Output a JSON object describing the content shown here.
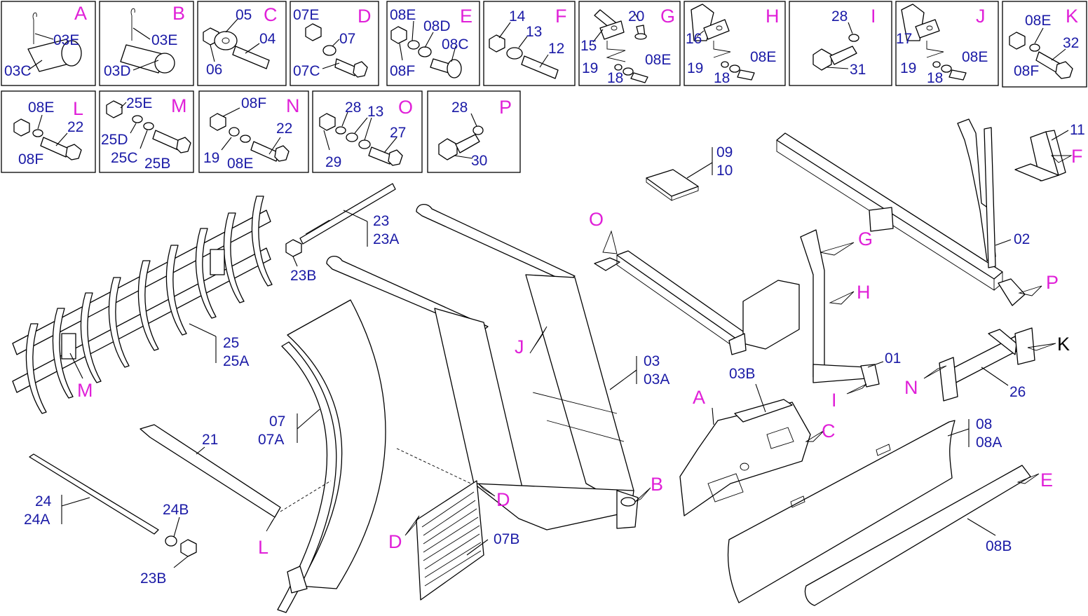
{
  "boxes": {
    "A": {
      "letter": "A",
      "labels": [
        "03E",
        "03C"
      ]
    },
    "B": {
      "letter": "B",
      "labels": [
        "03E",
        "03D"
      ]
    },
    "C": {
      "letter": "C",
      "labels": [
        "05",
        "04",
        "06"
      ]
    },
    "D": {
      "letter": "D",
      "labels": [
        "07E",
        "07",
        "07C"
      ]
    },
    "E": {
      "letter": "E",
      "labels": [
        "08E",
        "08D",
        "08C",
        "08F"
      ]
    },
    "F": {
      "letter": "F",
      "labels": [
        "14",
        "13",
        "12"
      ]
    },
    "G": {
      "letter": "G",
      "labels": [
        "20",
        "15",
        "08E",
        "19",
        "18"
      ]
    },
    "H": {
      "letter": "H",
      "labels": [
        "16",
        "08E",
        "19",
        "18"
      ]
    },
    "I": {
      "letter": "I",
      "labels": [
        "28",
        "31"
      ]
    },
    "J": {
      "letter": "J",
      "labels": [
        "17",
        "08E",
        "19",
        "18"
      ]
    },
    "K": {
      "letter": "K",
      "labels": [
        "08E",
        "32",
        "08F"
      ]
    },
    "L": {
      "letter": "L",
      "labels": [
        "08E",
        "22",
        "08F"
      ]
    },
    "M": {
      "letter": "M",
      "labels": [
        "25E",
        "25D",
        "25C",
        "25B"
      ]
    },
    "N": {
      "letter": "N",
      "labels": [
        "08F",
        "22",
        "19",
        "08E"
      ]
    },
    "O": {
      "letter": "O",
      "labels": [
        "28",
        "13",
        "27",
        "29"
      ]
    },
    "P": {
      "letter": "P",
      "labels": [
        "28",
        "30"
      ]
    }
  },
  "main": {
    "labels": {
      "p23": "23",
      "p23a": "23A",
      "p23b_top": "23B",
      "p25": "25",
      "p25a": "25A",
      "p09": "09",
      "p10": "10",
      "p02": "02",
      "p11": "11",
      "p01": "01",
      "p26": "26",
      "p03": "03",
      "p03a": "03A",
      "p03b": "03B",
      "p07": "07",
      "p07a": "07A",
      "p07b": "07B",
      "p21": "21",
      "p24": "24",
      "p24a": "24A",
      "p24b": "24B",
      "p23b_bot": "23B",
      "p08": "08",
      "p08a": "08A",
      "p08b": "08B"
    },
    "callouts": {
      "O": "O",
      "G": "G",
      "H": "H",
      "F": "F",
      "P": "P",
      "K": "K",
      "N": "N",
      "I": "I",
      "J": "J",
      "M": "M",
      "A": "A",
      "C": "C",
      "B": "B",
      "E": "E",
      "D1": "D",
      "D2": "D",
      "L": "L"
    }
  }
}
